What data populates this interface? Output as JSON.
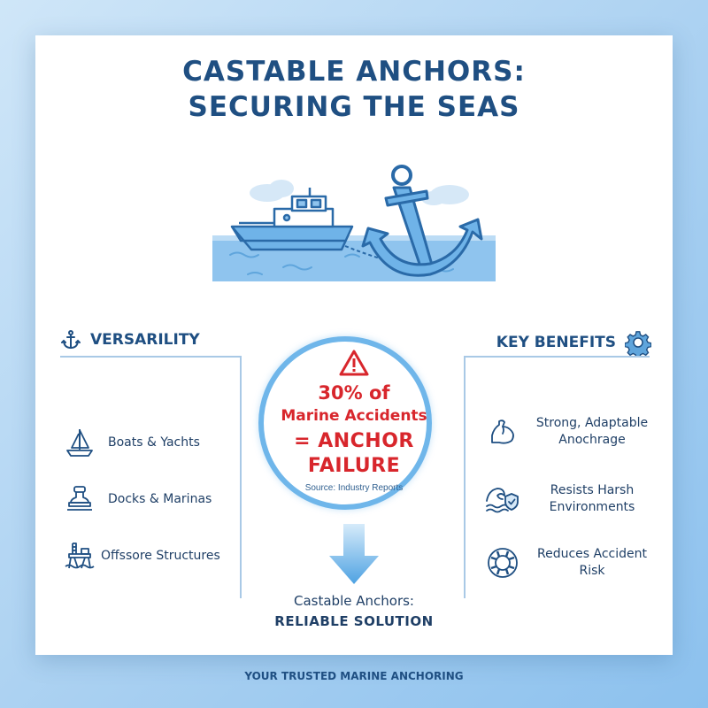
{
  "title": {
    "line1": "CASTABLE ANCHORS:",
    "line2": "SECURING THE SEAS"
  },
  "colors": {
    "primary": "#1f4f82",
    "accent": "#6fb6ea",
    "alert": "#d8262c"
  },
  "versatility": {
    "heading": "VERSARILITY",
    "icon": "anchor-icon",
    "items": [
      {
        "label": "Boats & Yachts",
        "icon": "sailboat-icon"
      },
      {
        "label": "Docks & Marinas",
        "icon": "bollard-icon"
      },
      {
        "label": "Offssore Structures",
        "icon": "offshore-platform-icon"
      }
    ]
  },
  "benefits": {
    "heading": "KEY BENEFITS",
    "icon": "gear-icon",
    "items": [
      {
        "label": "Strong, Adaptable Anochrage",
        "icon": "muscle-arm-icon"
      },
      {
        "label": "Resists Harsh Environments",
        "icon": "wave-shield-icon"
      },
      {
        "label": "Reduces Accident Risk",
        "icon": "life-ring-icon"
      }
    ]
  },
  "stat": {
    "line1": "30% of",
    "line2": "Marine Accidents",
    "line3": "= ANCHOR",
    "line4": "FAILURE",
    "source": "Source: Industry Reports",
    "icon": "warning-icon"
  },
  "solution": {
    "line1": "Castable Anchors:",
    "line2": "RELIABLE SOLUTION"
  },
  "footer": "YOUR TRUSTED MARINE ANCHORING"
}
